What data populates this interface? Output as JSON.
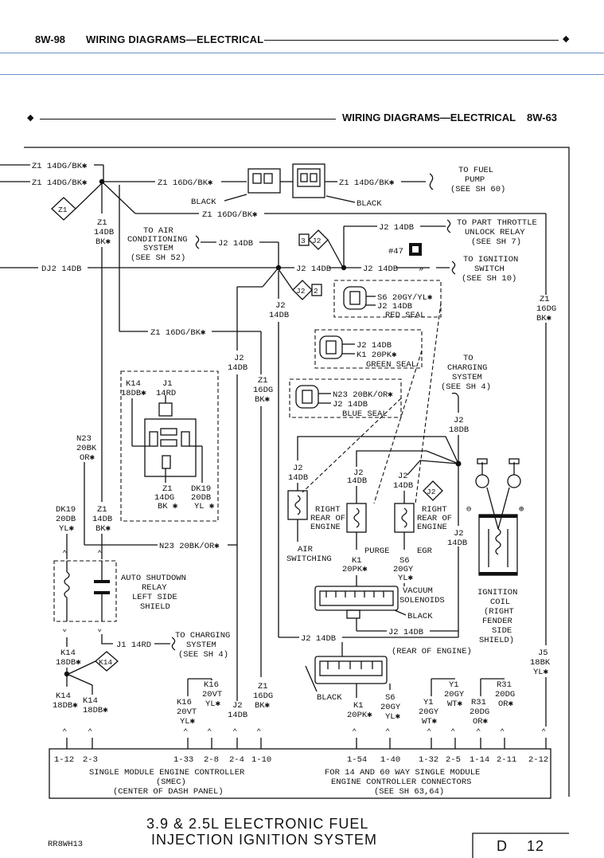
{
  "header": {
    "page_left": "8W-98",
    "title_left": "WIRING DIAGRAMS—ELECTRICAL",
    "title_right": "WIRING DIAGRAMS—ELECTRICAL",
    "page_right": "8W-63"
  },
  "top_wires": {
    "z1_a": "Z1 14DG/BK✱",
    "z1_b": "Z1 14DG/BK✱",
    "z1_c": "Z1 16DG/BK✱",
    "black_1": "BLACK",
    "z1_d": "Z1 14DG/BK✱",
    "black_2": "BLACK",
    "fuel_pump": [
      "TO FUEL",
      "PUMP",
      "(SEE SH 60)"
    ],
    "z1_e": "Z1 16DG/BK✱",
    "z1_badge": "Z1",
    "z1_vert": [
      "Z1",
      "14DB",
      "BK✱"
    ],
    "ac_system": [
      "TO AIR",
      "CONDITIONING",
      "SYSTEM",
      "(SEE SH 52)"
    ],
    "j2_ac": "J2 14DB",
    "j2_top": "J2 14DB",
    "part_throttle": [
      "TO PART THROTTLE",
      "UNLOCK RELAY",
      "(SEE SH 7)"
    ],
    "j2_badge_3": "3",
    "j2_badge_label": "J2",
    "ref_47": "#47",
    "dj2": "DJ2 14DB",
    "j2_mid1": "J2 14DB",
    "j2_mid2": "J2 14DB",
    "ignition_switch": [
      "TO IGNITION",
      "SWITCH",
      "(SEE SH 10)"
    ],
    "z1_right": [
      "Z1",
      "16DG",
      "BK✱"
    ],
    "j2_badge2_label": "J2",
    "j2_badge2_num": "2"
  },
  "splices": {
    "s6": [
      "S6 20GY/YL✱",
      "J2 14DB",
      "RED SEAL"
    ],
    "k1": [
      "J2 14DB",
      "K1 20PK✱",
      "GREEN SEAL"
    ],
    "n23": [
      "N23 20BK/OR✱",
      "J2 14DB",
      "BLUE SEAL"
    ]
  },
  "mid": {
    "j2_down": [
      "J2",
      "14DB"
    ],
    "z1_16dg_bk": "Z1 16DG/BK✱",
    "j2_down2": [
      "J2",
      "14DB"
    ],
    "z1_vert2": [
      "Z1",
      "16DG",
      "BK✱"
    ],
    "to_charging": [
      "TO",
      "CHARGING",
      "SYSTEM",
      "(SEE SH 4)"
    ],
    "j2_18db": [
      "J2",
      "18DB"
    ],
    "relay_k14": [
      "K14",
      "18DB✱"
    ],
    "relay_j1": [
      "J1",
      "14RD"
    ],
    "relay_z1": [
      "Z1",
      "14DG",
      "BK ✱"
    ],
    "relay_dk19": [
      "DK19",
      "20DB",
      "YL ✱"
    ],
    "n23_left": [
      "N23",
      "20BK",
      "OR✱"
    ],
    "dk19_left": [
      "DK19",
      "20DB",
      "YL✱"
    ],
    "z1_left": [
      "Z1",
      "14DB",
      "BK✱"
    ],
    "n23_horiz": "N23 20BK/OR✱",
    "j2_sol1": [
      "J2",
      "14DB"
    ],
    "j2_sol2": [
      "J2",
      "14DB"
    ],
    "j2_sol3": [
      "J2",
      "14DB"
    ],
    "j2_badge3": "J2",
    "air_switching": [
      "AIR",
      "SWITCHING"
    ],
    "right_rear_1": [
      "RIGHT",
      "REAR OF",
      "ENGINE"
    ],
    "purge": "PURGE",
    "egr": "EGR",
    "right_rear_2": [
      "RIGHT",
      "REAR OF",
      "ENGINE"
    ],
    "j2_egr": [
      "J2",
      "14DB"
    ],
    "k1_pk": [
      "K1",
      "20PK✱"
    ],
    "s6_gy": [
      "S6",
      "20GY",
      "YL✱"
    ],
    "vacuum": [
      "VACUUM",
      "SOLENOIDS"
    ],
    "black_3": "BLACK",
    "j2_14db_h": "J2 14DB",
    "asd_relay": [
      "AUTO SHUTDOWN",
      "RELAY",
      "LEFT SIDE",
      "SHIELD"
    ],
    "ignition_coil": [
      "IGNITION",
      "COIL",
      "(RIGHT",
      "FENDER",
      "SIDE",
      "SHIELD)"
    ],
    "minus": "⊖",
    "plus": "⊕"
  },
  "lower": {
    "j1": "J1 14RD",
    "to_charging_2": [
      "TO CHARGING",
      "SYSTEM",
      "(SEE SH 4)"
    ],
    "j2_lower": "J2 14DB",
    "rear_engine": "(REAR OF ENGINE)",
    "k14_top": [
      "K14",
      "18DB✱"
    ],
    "k14_badge": "K14",
    "k14_a": [
      "K14",
      "18DB✱"
    ],
    "k14_b": [
      "K14",
      "18DB✱"
    ],
    "k16_a": [
      "K16",
      "20VT",
      "YL✱"
    ],
    "k16_b": [
      "K16",
      "20VT",
      "YL✱"
    ],
    "j2_c": [
      "J2",
      "14DB"
    ],
    "z1_c": [
      "Z1",
      "16DG",
      "BK✱"
    ],
    "black_4": "BLACK",
    "k1_b": [
      "K1",
      "20PK✱"
    ],
    "s6_b": [
      "S6",
      "20GY",
      "YL✱"
    ],
    "y1_a": [
      "Y1",
      "20GY",
      "WT✱"
    ],
    "y1_b": [
      "Y1",
      "20GY",
      "WT✱"
    ],
    "r31_a": [
      "R31",
      "20DG",
      "OR✱"
    ],
    "r31_b": [
      "R31",
      "20DG",
      "OR✱"
    ],
    "j5": [
      "J5",
      "18BK",
      "YL✱"
    ]
  },
  "pins_left": [
    "1-12",
    "2-3",
    "1-33",
    "2-8",
    "2-4",
    "1-10"
  ],
  "pins_right": [
    "1-54",
    "1-40",
    "1-32",
    "2-5",
    "1-14",
    "2-11",
    "2-12"
  ],
  "smec": [
    "SINGLE MODULE ENGINE CONTROLLER",
    "(SMEC)",
    "(CENTER OF DASH PANEL)"
  ],
  "connectors": [
    "FOR 14 AND 60 WAY SINGLE MODULE",
    "ENGINE CONTROLLER CONNECTORS",
    "(SEE SH 63,64)"
  ],
  "footer": {
    "title_line1": "3.9 & 2.5L ELECTRONIC FUEL",
    "title_line2": "INJECTION IGNITION SYSTEM",
    "code": "RR8WH13",
    "sheet_letter": "D",
    "sheet_number": "12"
  }
}
